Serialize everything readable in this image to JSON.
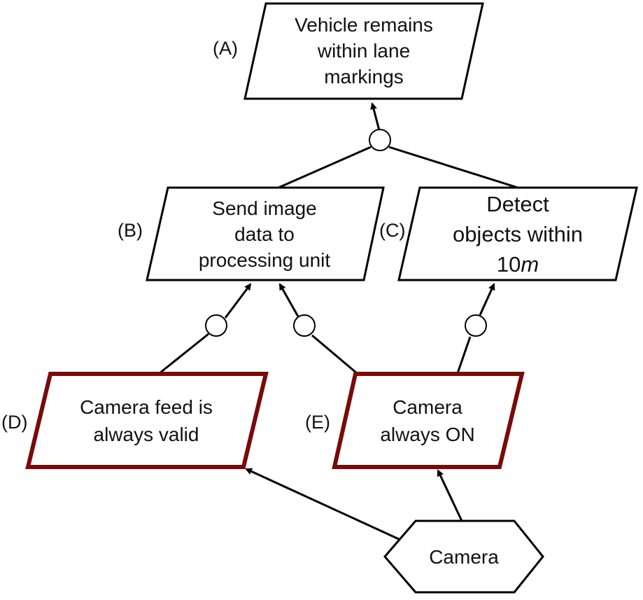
{
  "nodes": {
    "A": {
      "tag": "(A)",
      "lines": [
        "Vehicle remains",
        "within lane",
        "markings"
      ]
    },
    "B": {
      "tag": "(B)",
      "lines": [
        "Send image",
        "data to",
        "processing unit"
      ]
    },
    "C": {
      "tag": "(C)",
      "lines": [
        "Detect",
        "objects within",
        "10m"
      ],
      "unit_italic": "m"
    },
    "D": {
      "tag": "(D)",
      "lines": [
        "Camera feed is",
        "always valid"
      ]
    },
    "E": {
      "tag": "(E)",
      "lines": [
        "Camera",
        "always ON"
      ]
    },
    "component": {
      "label": "Camera"
    }
  },
  "colors": {
    "goal_stroke": "#000000",
    "assumption_stroke": "#7a0a0a",
    "edge": "#000000"
  }
}
